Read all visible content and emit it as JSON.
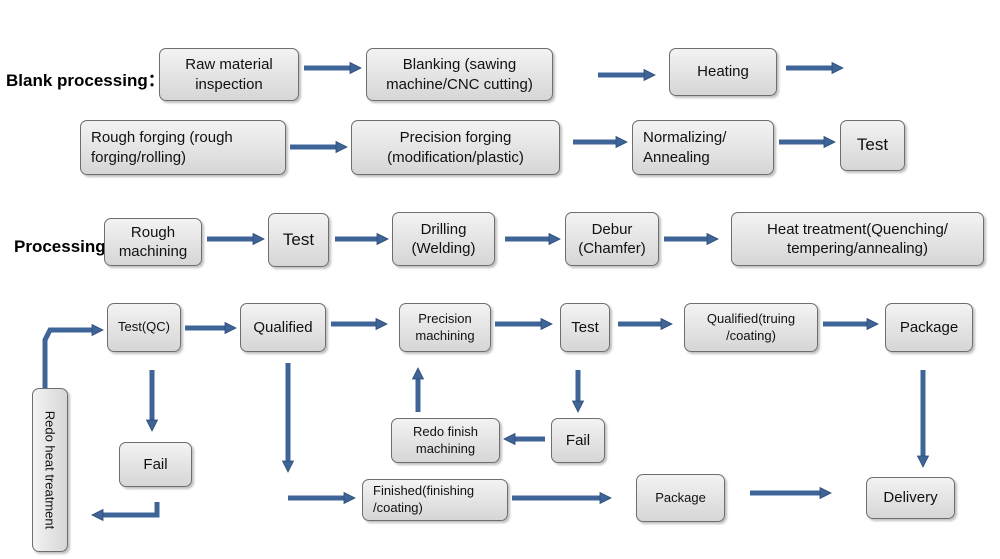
{
  "sections": {
    "blank": "Blank processing：",
    "processing": "Processing:"
  },
  "boxes": {
    "raw_material": "Raw material\ninspection",
    "blanking": "Blanking (sawing\nmachine/CNC cutting)",
    "heating": "Heating",
    "rough_forging": "Rough forging (rough\nforging/rolling)",
    "precision_forging": "Precision forging\n(modification/plastic)",
    "normalizing": "Normalizing/\nAnnealing",
    "test1": "Test",
    "rough_machining": "Rough\nmachining",
    "test2": "Test",
    "drilling": "Drilling\n(Welding)",
    "debur": "Debur\n(Chamfer)",
    "heat_treatment": "Heat treatment(Quenching/\ntempering/annealing)",
    "test_qc": "Test(QC)",
    "qualified": "Qualified",
    "precision_machining": "Precision\nmachining",
    "test3": "Test",
    "qualified_truing": "Qualified(truing\n/coating)",
    "package1": "Package",
    "fail1": "Fail",
    "redo_finish": "Redo finish\nmachining",
    "fail2": "Fail",
    "finished": "Finished(finishing\n/coating)",
    "package2": "Package",
    "delivery": "Delivery",
    "redo_heat": "Redo heat treatment"
  },
  "colors": {
    "arrow": "#3f6598",
    "arrow_edge": "#2c4a73"
  }
}
